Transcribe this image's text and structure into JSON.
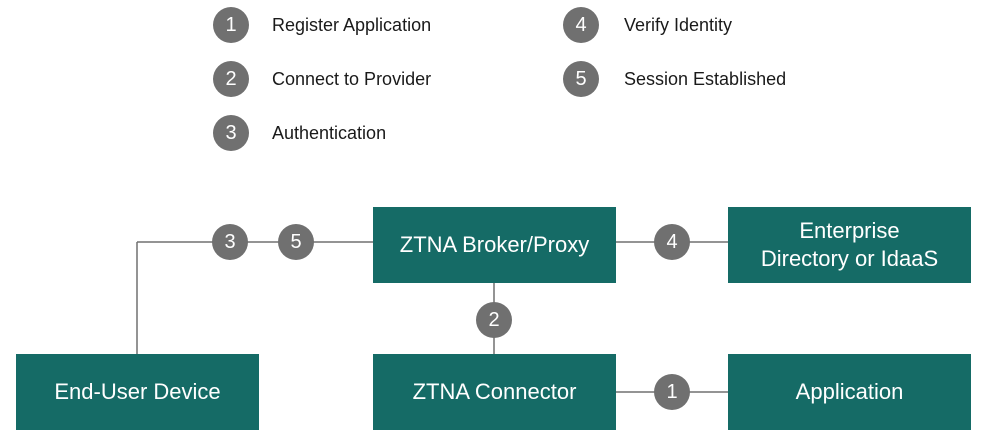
{
  "colors": {
    "box_fill": "#156b66",
    "badge_fill": "#707070",
    "connector_line": "#707070",
    "box_text": "#ffffff",
    "legend_text": "#1a1a1a"
  },
  "legend": [
    {
      "number": "1",
      "label": "Register Application"
    },
    {
      "number": "2",
      "label": "Connect to Provider"
    },
    {
      "number": "3",
      "label": "Authentication"
    },
    {
      "number": "4",
      "label": "Verify Identity"
    },
    {
      "number": "5",
      "label": "Session Established"
    }
  ],
  "nodes": {
    "broker": "ZTNA Broker/Proxy",
    "directory_line1": "Enterprise",
    "directory_line2": "Directory or IdaaS",
    "device": "End-User Device",
    "connector": "ZTNA Connector",
    "application": "Application"
  },
  "edge_badges": {
    "device_broker_a": "3",
    "device_broker_b": "5",
    "broker_directory": "4",
    "broker_connector": "2",
    "connector_application": "1"
  }
}
